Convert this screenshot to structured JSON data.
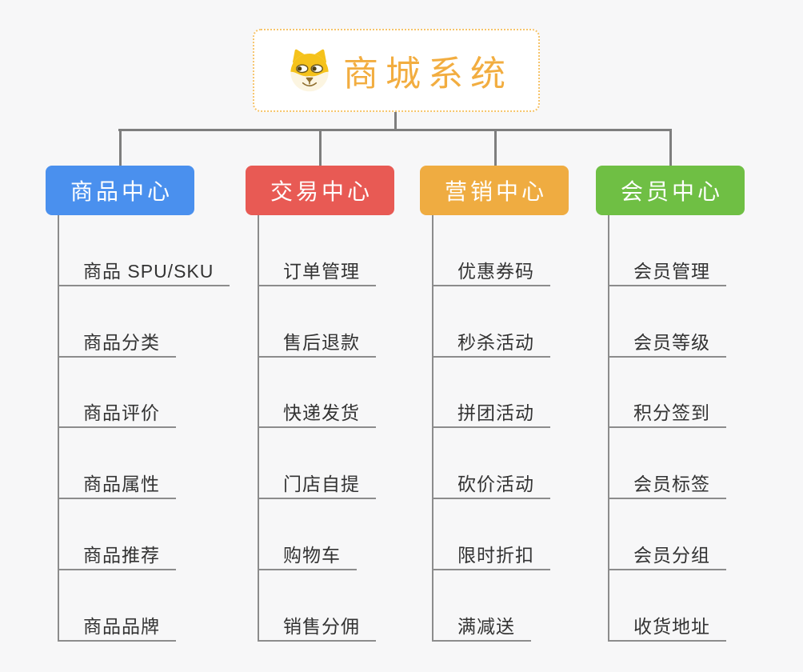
{
  "root": {
    "title": "商城系统",
    "icon": "doge-face-icon"
  },
  "branches": [
    {
      "label": "商品中心",
      "color": "#4A90EE",
      "items": [
        "商品 SPU/SKU",
        "商品分类",
        "商品评价",
        "商品属性",
        "商品推荐",
        "商品品牌"
      ]
    },
    {
      "label": "交易中心",
      "color": "#E85A54",
      "items": [
        "订单管理",
        "售后退款",
        "快递发货",
        "门店自提",
        "购物车",
        "销售分佣"
      ]
    },
    {
      "label": "营销中心",
      "color": "#EFAC41",
      "items": [
        "优惠券码",
        "秒杀活动",
        "拼团活动",
        "砍价活动",
        "限时折扣",
        "满减送"
      ]
    },
    {
      "label": "会员中心",
      "color": "#6FBF44",
      "items": [
        "会员管理",
        "会员等级",
        "积分签到",
        "会员标签",
        "会员分组",
        "收货地址"
      ]
    }
  ],
  "colors": {
    "background": "#F7F7F8",
    "connector_line": "#7E7E7E",
    "item_underline": "#8C8C8C",
    "item_text": "#333333",
    "root_border": "#F6C46B",
    "root_title": "#F2AD40",
    "branch_label_text": "#FFFFFF",
    "icon_yellow": "#F5C21B",
    "icon_cream": "#FCF5E1",
    "icon_brown": "#8F6F2E"
  }
}
